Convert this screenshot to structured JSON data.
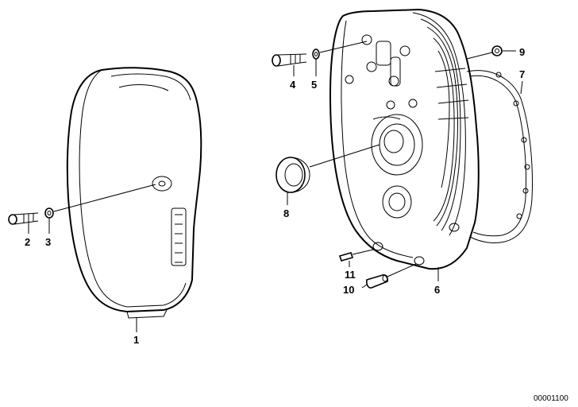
{
  "diagram": {
    "reference_number": "00001100",
    "callouts": [
      {
        "id": "1",
        "label": "1"
      },
      {
        "id": "2",
        "label": "2"
      },
      {
        "id": "3",
        "label": "3"
      },
      {
        "id": "4",
        "label": "4"
      },
      {
        "id": "5",
        "label": "5"
      },
      {
        "id": "6",
        "label": "6"
      },
      {
        "id": "7",
        "label": "7"
      },
      {
        "id": "8",
        "label": "8"
      },
      {
        "id": "9",
        "label": "9"
      },
      {
        "id": "10",
        "label": "10"
      },
      {
        "id": "11",
        "label": "11"
      }
    ],
    "colors": {
      "line": "#000000",
      "background": "#ffffff"
    }
  }
}
